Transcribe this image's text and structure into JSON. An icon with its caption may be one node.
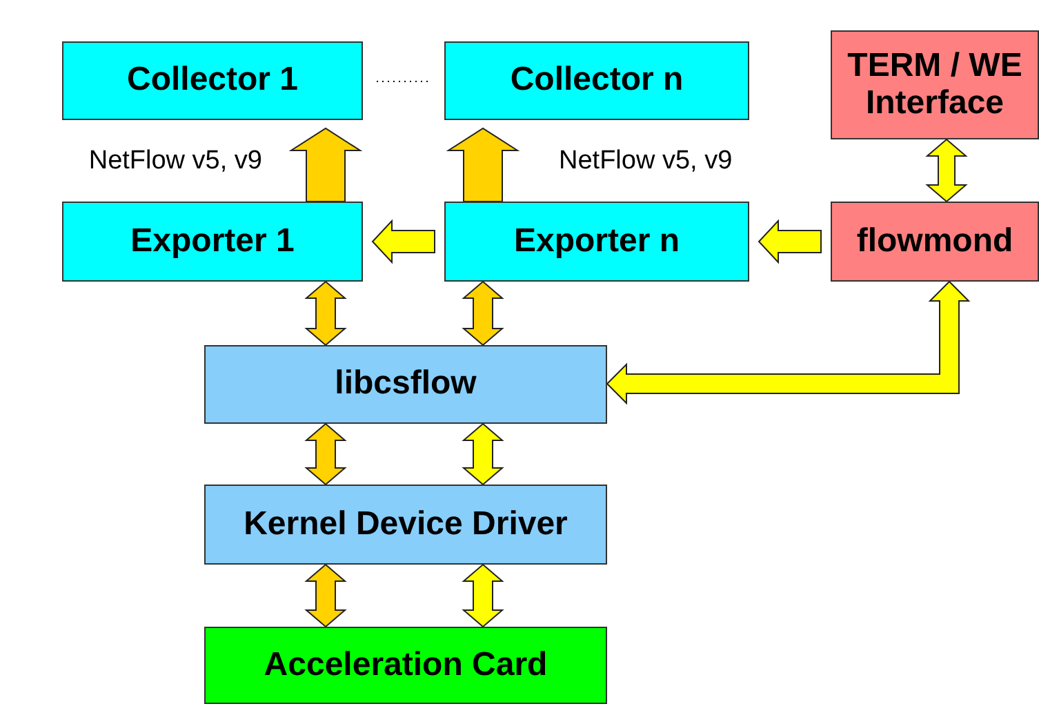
{
  "diagram": {
    "nodes": [
      {
        "text": [
          "Collector 1"
        ]
      },
      {
        "text": [
          "Collector n"
        ]
      },
      {
        "text": [
          "TERM / WE Interface"
        ]
      },
      {
        "text": [
          "Exporter 1"
        ]
      },
      {
        "text": [
          "Exporter n"
        ]
      },
      {
        "text": [
          "flowmond"
        ]
      },
      {
        "text": [
          "libcsflow"
        ]
      },
      {
        "text": [
          "Kernel Device Driver"
        ]
      },
      {
        "text": [
          "Acceleration Card"
        ]
      }
    ],
    "edges": [
      {
        "from": 3,
        "to": 0,
        "arrow": "to"
      },
      {
        "from": 4,
        "to": 1,
        "arrow": "to"
      },
      {
        "from": 2,
        "to": 5,
        "arrow": "both",
        "color": "#ffff00"
      },
      {
        "from": 4,
        "to": 3,
        "arrow": "to",
        "color": "#ffff00"
      },
      {
        "from": 5,
        "to": 4,
        "arrow": "to",
        "color": "#ffff00"
      },
      {
        "from": 3,
        "to": 6,
        "arrow": "both"
      },
      {
        "from": 4,
        "to": 6,
        "arrow": "both"
      },
      {
        "from": 6,
        "to": 5,
        "arrow": "both",
        "color": "#ffff00"
      },
      {
        "from": 6,
        "to": 7,
        "arrow": "both"
      },
      {
        "from": 6,
        "to": 7,
        "arrow": "both",
        "color": "#ffff00"
      },
      {
        "from": 7,
        "to": 8,
        "arrow": "both"
      },
      {
        "from": 7,
        "to": 8,
        "arrow": "both",
        "color": "#ffff00"
      },
      {
        "from": 0,
        "to": 1,
        "arrow": "none",
        "style": "dashed",
        "color": "#000000"
      }
    ],
    "labels": [
      "NetFlow v5, v9",
      "NetFlow v5, v9"
    ]
  }
}
